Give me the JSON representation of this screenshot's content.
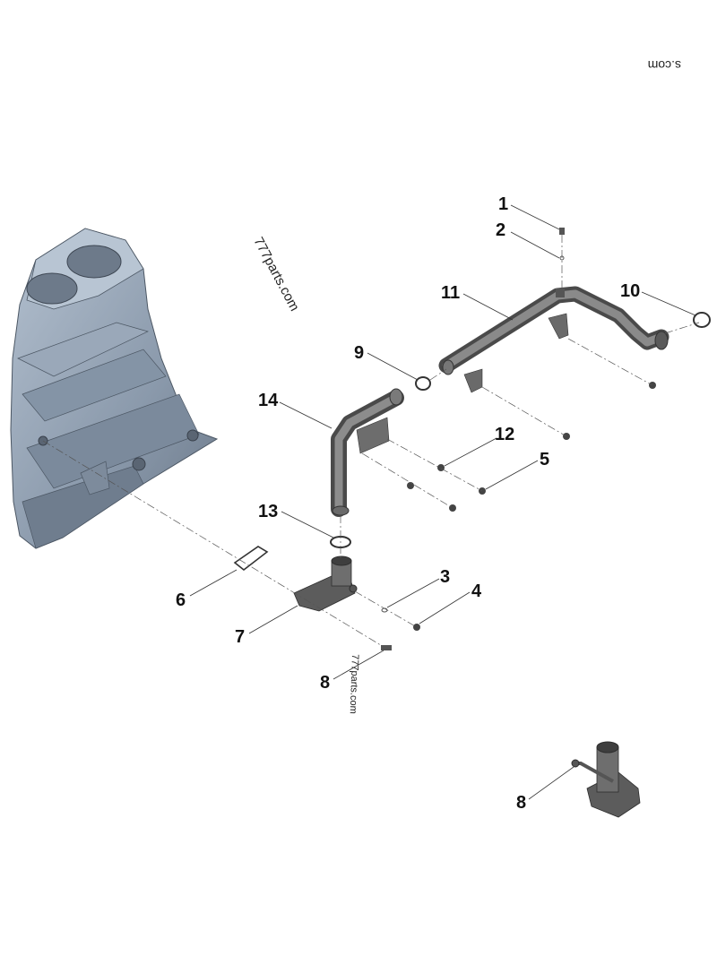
{
  "watermarks": {
    "top_right": "s.com",
    "middle": "777parts.com",
    "bottom": "777parts.com"
  },
  "callouts": [
    "1",
    "2",
    "3",
    "4",
    "5",
    "6",
    "7",
    "8",
    "9",
    "10",
    "11",
    "12",
    "13",
    "14",
    "8"
  ],
  "colors": {
    "block_light": "#a9b7c7",
    "block_mid": "#8796a8",
    "block_dark": "#5f6b7a",
    "pipe_light": "#8d8d8d",
    "pipe_mid": "#6a6a6a",
    "pipe_dark": "#444444",
    "line": "#333333"
  }
}
